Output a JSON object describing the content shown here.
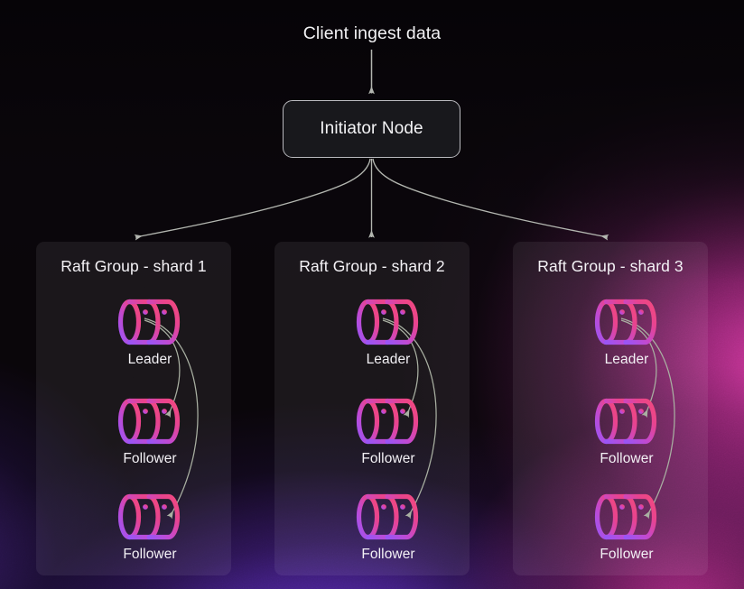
{
  "diagram": {
    "caption": "Client ingest data",
    "initiator": {
      "label": "Initiator Node"
    },
    "groups": [
      {
        "title": "Raft Group - shard 1",
        "nodes": [
          {
            "role": "Leader",
            "icon": "database-cluster-icon"
          },
          {
            "role": "Follower",
            "icon": "database-cluster-icon"
          },
          {
            "role": "Follower",
            "icon": "database-cluster-icon"
          }
        ]
      },
      {
        "title": "Raft Group - shard 2",
        "nodes": [
          {
            "role": "Leader",
            "icon": "database-cluster-icon"
          },
          {
            "role": "Follower",
            "icon": "database-cluster-icon"
          },
          {
            "role": "Follower",
            "icon": "database-cluster-icon"
          }
        ]
      },
      {
        "title": "Raft Group - shard 3",
        "nodes": [
          {
            "role": "Leader",
            "icon": "database-cluster-icon"
          },
          {
            "role": "Follower",
            "icon": "database-cluster-icon"
          },
          {
            "role": "Follower",
            "icon": "database-cluster-icon"
          }
        ]
      }
    ]
  },
  "colors": {
    "background_top": "#090509",
    "background_purple": "#7a3ae6",
    "background_magenta": "#d638a0",
    "arrow": "#b0b3ad",
    "node_border": "#b9b9be",
    "node_fill": "#18181c",
    "text": "#f3f3f5",
    "icon_gradient_start": "#a855f7",
    "icon_gradient_end": "#f0458c",
    "group_fill": "rgba(255,255,255,0.072)"
  }
}
